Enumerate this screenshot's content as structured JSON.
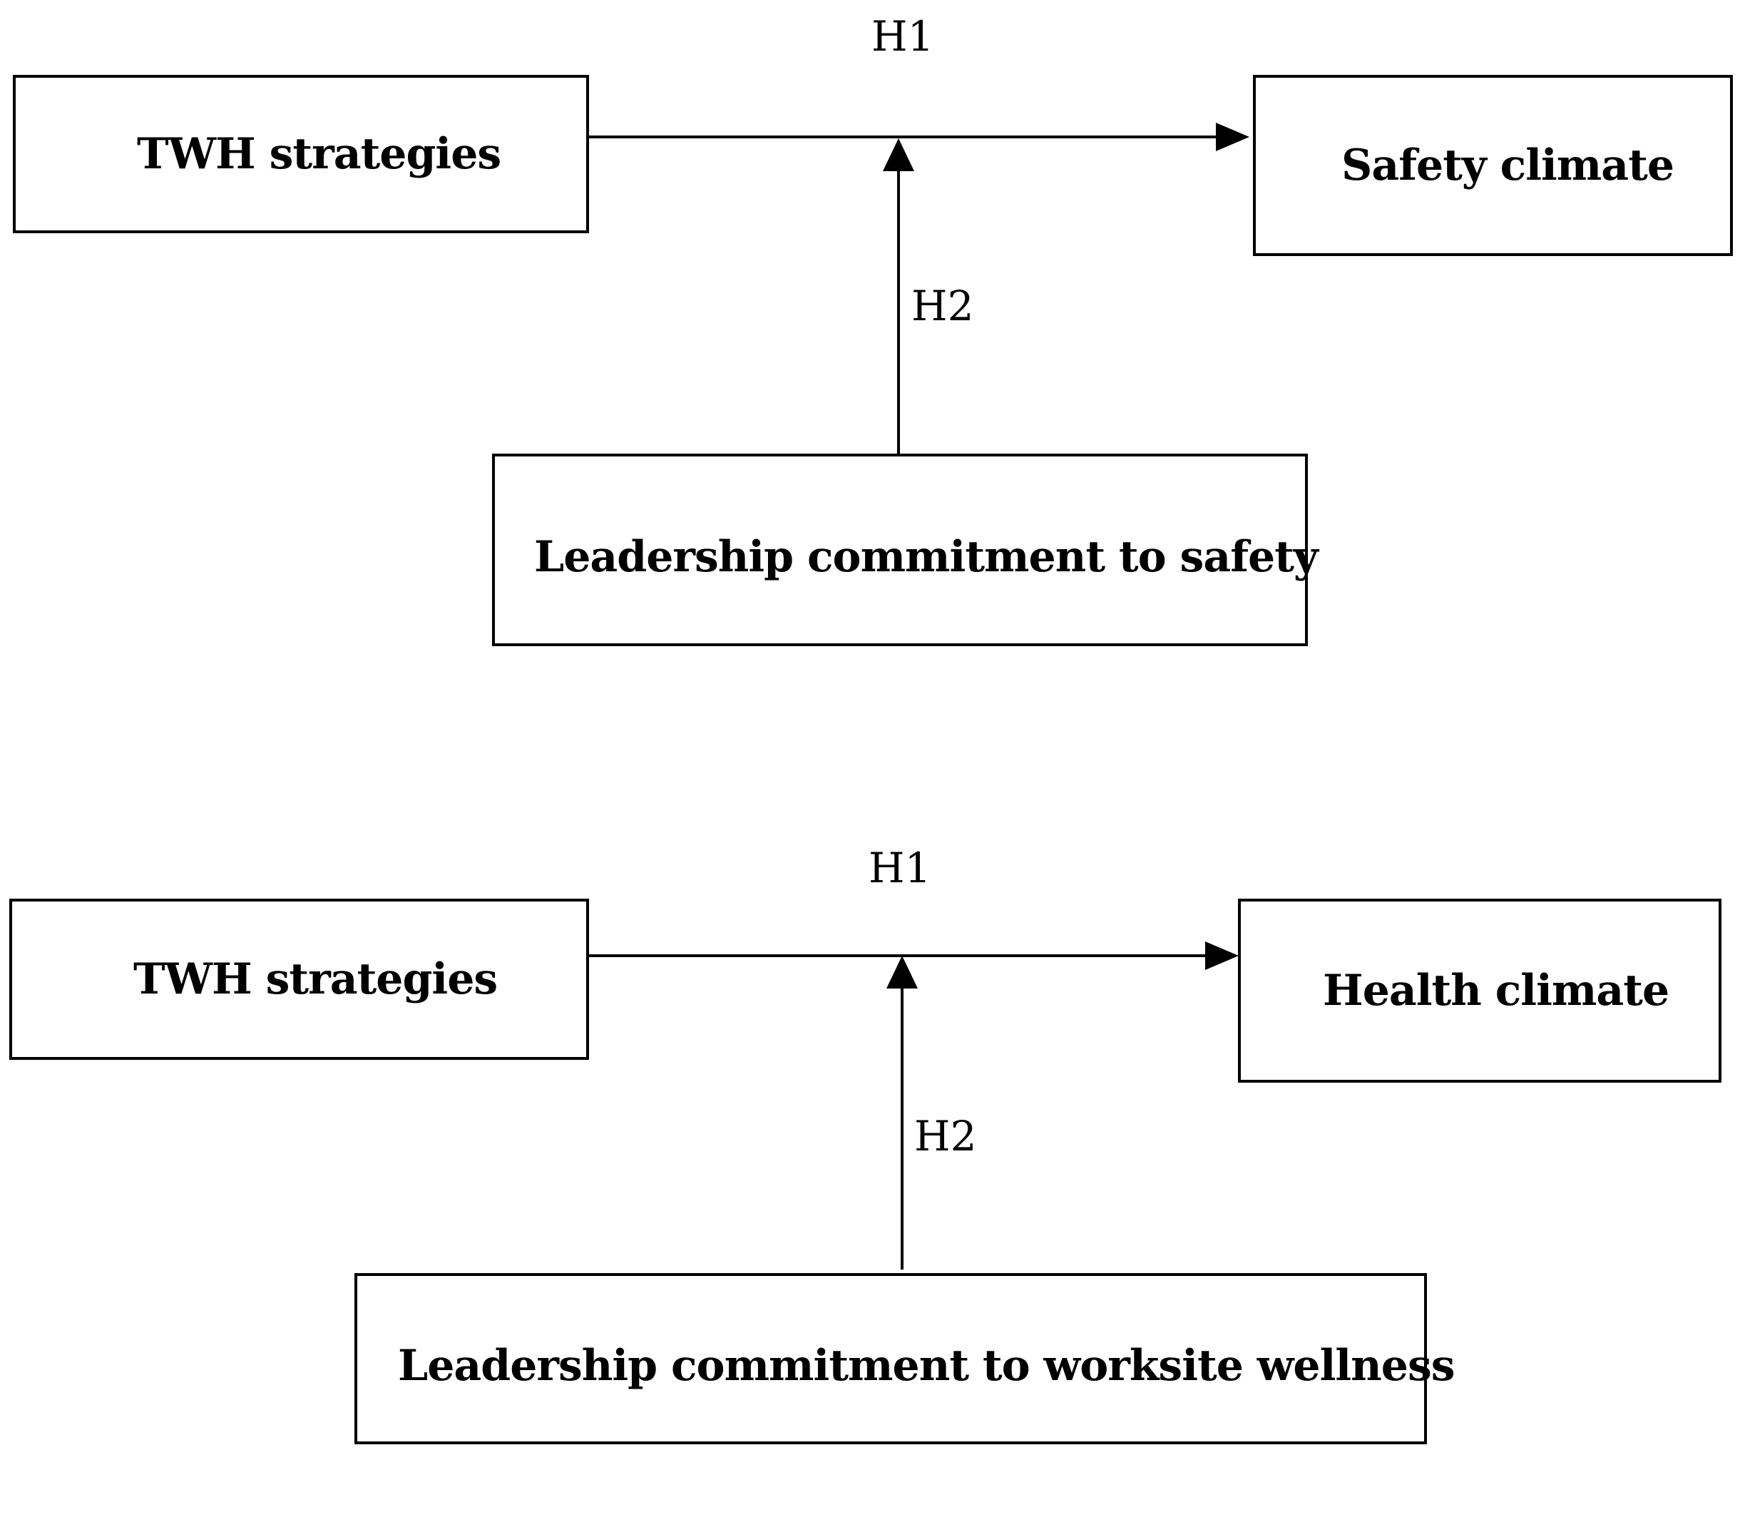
{
  "diagrams": [
    {
      "predictor": "TWH strategies",
      "outcome": "Safety climate",
      "moderator": "Leadership commitment to safety",
      "h1_label": "H1",
      "h2_label": "H2"
    },
    {
      "predictor": "TWH strategies",
      "outcome": "Health climate",
      "moderator": "Leadership commitment to worksite wellness",
      "h1_label": "H1",
      "h2_label": "H2"
    }
  ]
}
